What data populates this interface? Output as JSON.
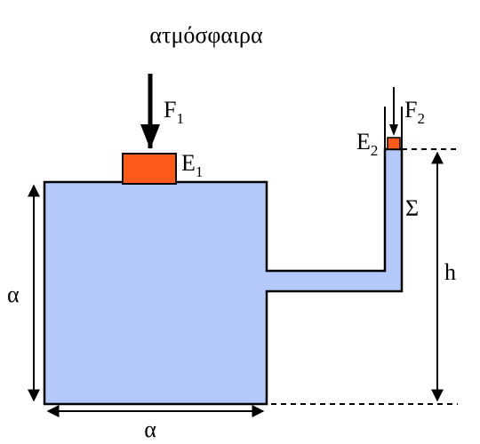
{
  "diagram": {
    "atmosphere_label": "ατμόσφαιρα",
    "force1": {
      "letter": "F",
      "subscript": "1"
    },
    "force2": {
      "letter": "F",
      "subscript": "2"
    },
    "surface1": {
      "letter": "E",
      "subscript": "1"
    },
    "surface2": {
      "letter": "E",
      "subscript": "2"
    },
    "tube_label": "Σ",
    "height_label": "h",
    "side_vertical_label": "α",
    "side_horizontal_label": "α"
  },
  "colors": {
    "fluid": "#b4c8fa",
    "piston": "#ff5a1a",
    "outline": "#000000"
  }
}
